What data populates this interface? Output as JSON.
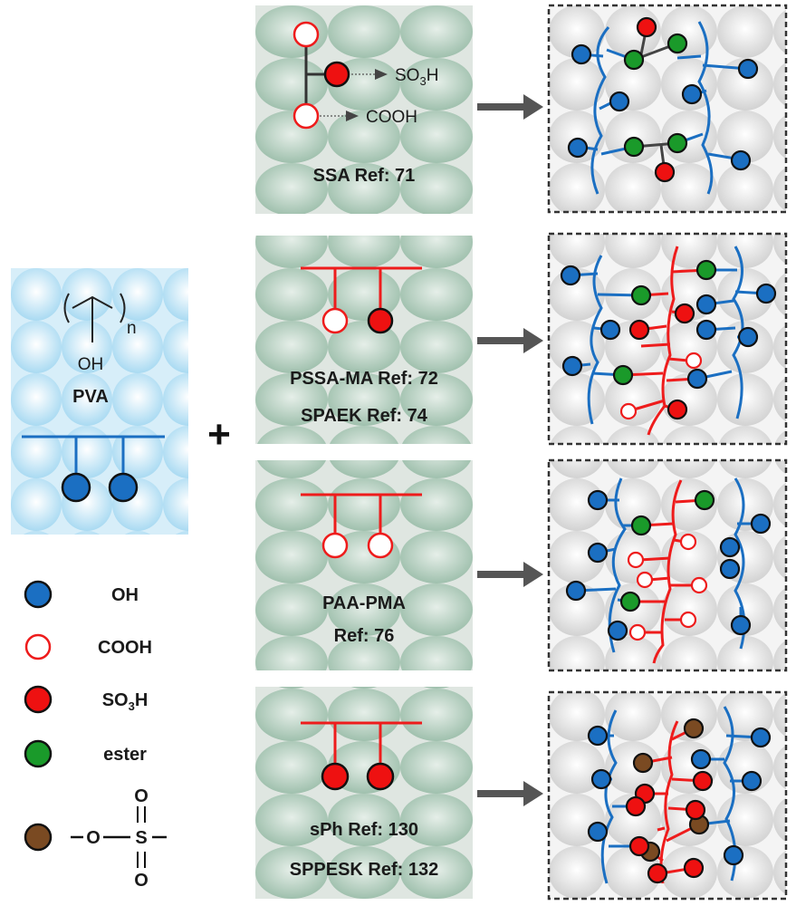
{
  "pva": {
    "label": "PVA",
    "formula_sub": "n",
    "formula_group": "OH"
  },
  "plus_sign": "+",
  "panels": [
    {
      "id": "ssa",
      "line1": "SSA Ref: 71",
      "line2": "",
      "annotations": {
        "so3h_prefix": "SO",
        "so3h_sub": "3",
        "so3h_suffix": "H",
        "cooh": "COOH"
      }
    },
    {
      "id": "pssa",
      "line1": "PSSA-MA Ref: 72",
      "line2": "SPAEK Ref: 74"
    },
    {
      "id": "paa",
      "line1": "PAA-PMA",
      "line2": "Ref: 76"
    },
    {
      "id": "sph",
      "line1": "sPh Ref: 130",
      "line2": "SPPESK Ref: 132"
    }
  ],
  "legend": {
    "oh": "OH",
    "cooh": "COOH",
    "so3h_prefix": "SO",
    "so3h_sub": "3",
    "so3h_suffix": "H",
    "ester": "ester",
    "sulfone": {
      "o_top": "O",
      "o_bottom": "O",
      "o_left": "O",
      "s": "S"
    }
  },
  "colors": {
    "oh_blue": "#1b6fc2",
    "cooh_red_ring": "#ee1c1c",
    "so3h_red": "#ee1111",
    "ester_green": "#1a9a2a",
    "sulfone_brown": "#7a4a22",
    "pva_bg": "#cfe9f7",
    "panel_bg": "#9cc4ad",
    "result_bg": "#e6e6e6"
  }
}
